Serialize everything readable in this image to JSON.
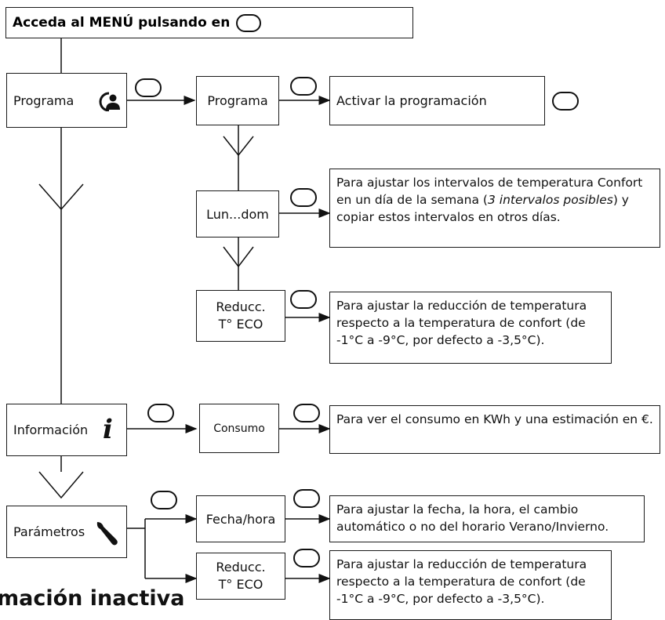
{
  "header": {
    "prefix": "Acceda al ",
    "menu_word": "MENÚ",
    "suffix": " pulsando en"
  },
  "nodes": {
    "programa_main": "Programa",
    "programa_sub": "Programa",
    "activar": "Activar la programación",
    "lun_dom": "Lun...dom",
    "reducc1_line1": "Reducc.",
    "reducc1_line2": "T° ECO",
    "informacion": "Información",
    "consumo": "Consumo",
    "parametros": "Parámetros",
    "fecha_hora": "Fecha/hora",
    "reducc2_line1": "Reducc.",
    "reducc2_line2": "T° ECO"
  },
  "descriptions": {
    "lun_dom_a": "Para ajustar los intervalos de temperatura Confort en un día de la semana (",
    "lun_dom_italic": "3 intervalos posibles",
    "lun_dom_b": ") y copiar estos intervalos en otros días.",
    "reducc1": "Para ajustar la reducción de temperatura respecto a la temperatura de confort (de -1°C a -9°C, por defecto a -3,5°C).",
    "consumo": "Para ver el consumo en KWh y una estimación en €.",
    "fecha_hora": "Para ajustar la fecha, la hora, el cambio automático o no del horario Verano/Invierno.",
    "reducc2": "Para ajustar la reducción de temperatura respecto a la temperatura de confort (de -1°C a -9°C, por defecto a -3,5°C)."
  },
  "icons": {
    "program": "clock-person-icon",
    "info": "info-icon",
    "params": "wrench-icon",
    "button": "round-button-icon"
  },
  "footer_text": "mación inactiva"
}
